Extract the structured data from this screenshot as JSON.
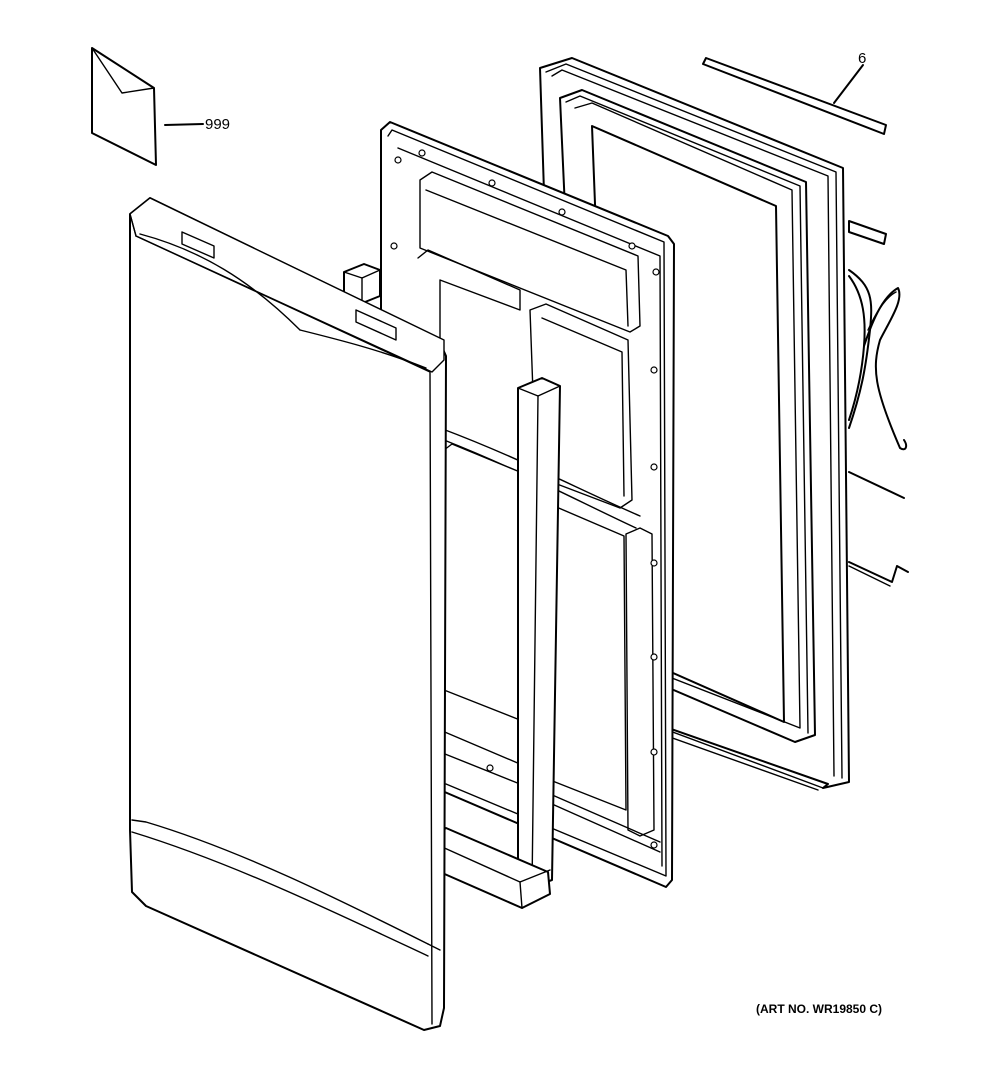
{
  "callouts": [
    {
      "id": "envelope",
      "label": "999"
    },
    {
      "id": "strip",
      "label": "6"
    }
  ],
  "art_number": "(ART NO. WR19850 C)",
  "colors": {
    "line": "#000000",
    "background": "#ffffff"
  }
}
